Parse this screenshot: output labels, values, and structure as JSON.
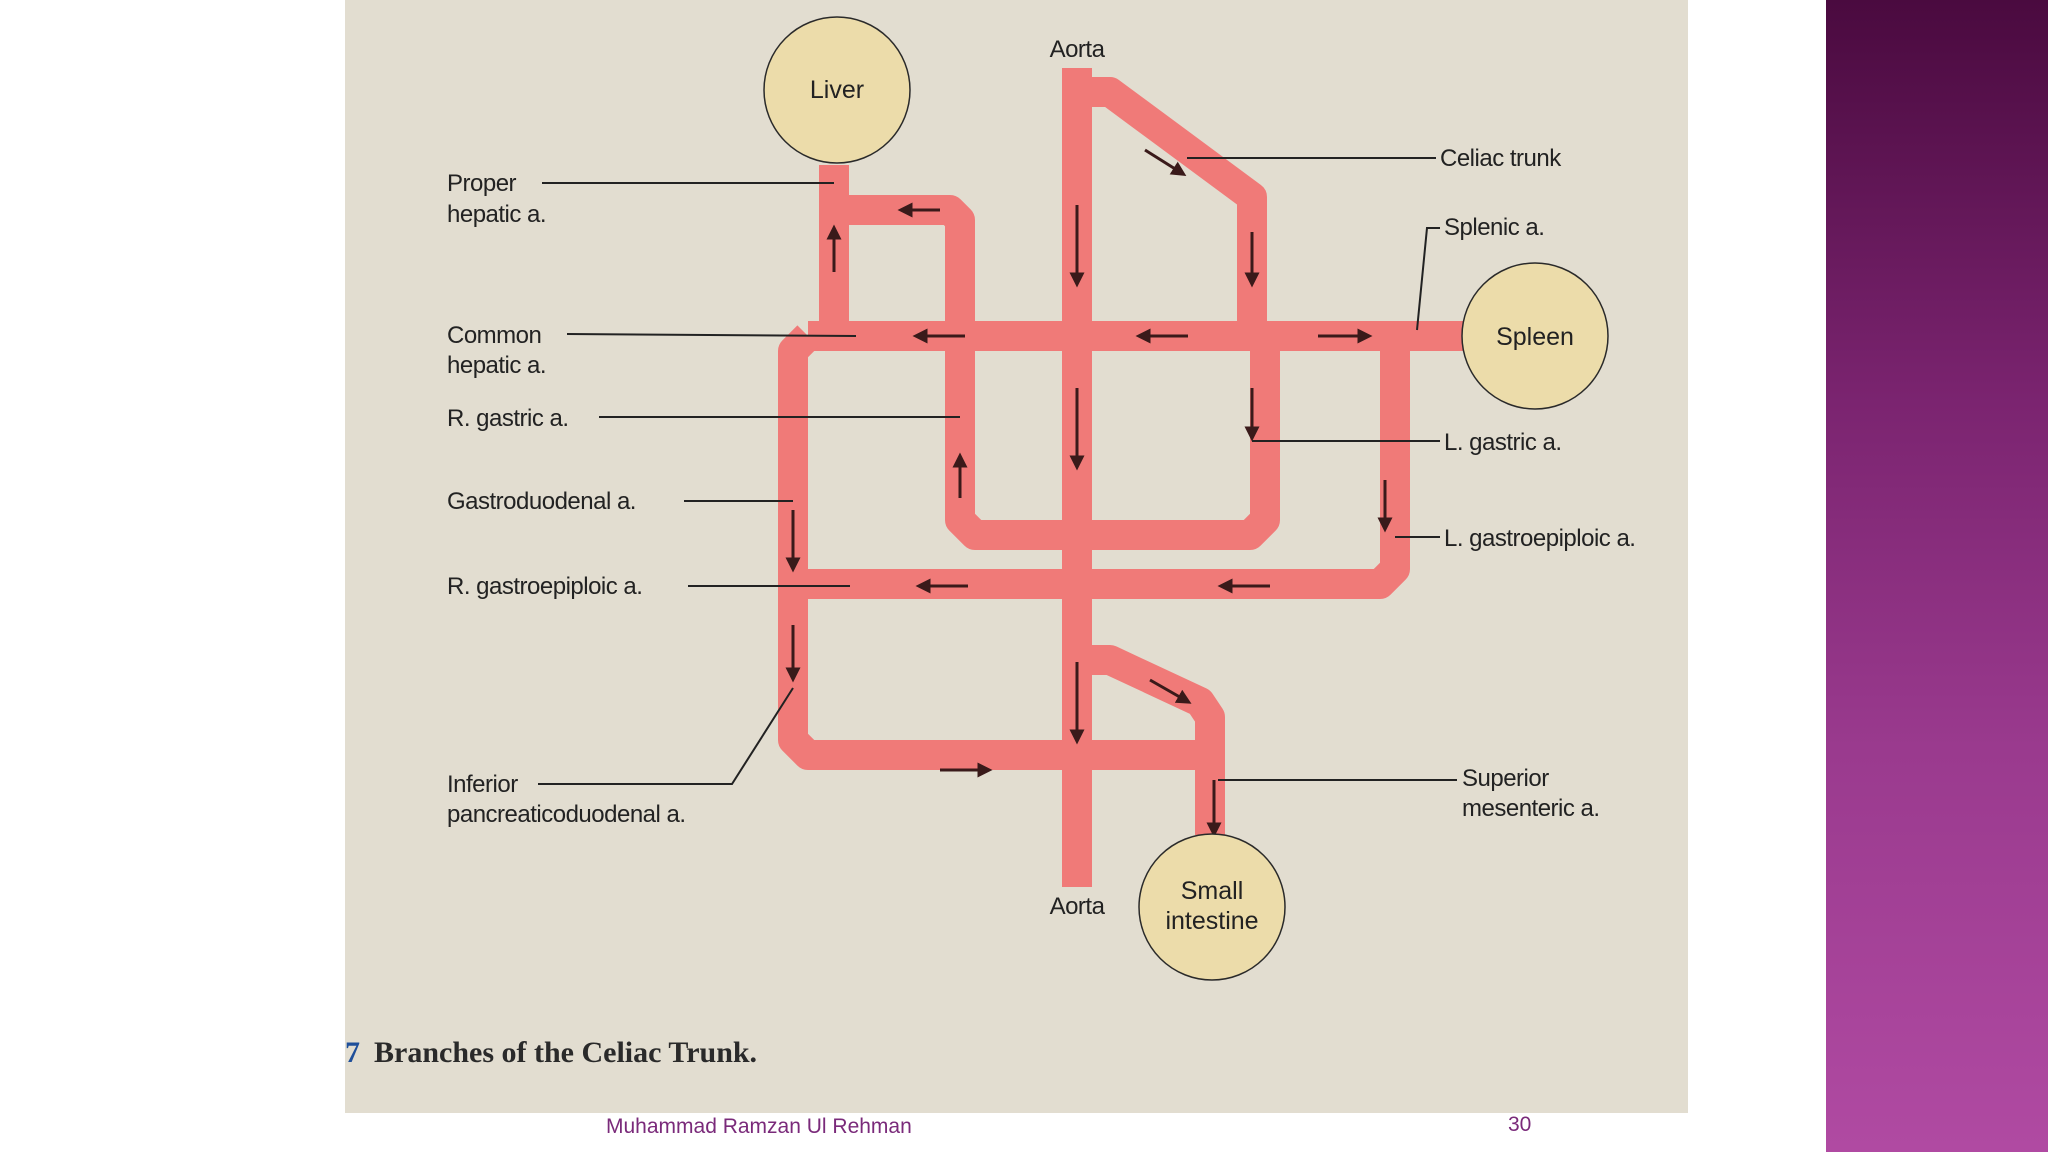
{
  "figure": {
    "labels": {
      "aorta_top": "Aorta",
      "aorta_bottom": "Aorta",
      "liver": "Liver",
      "spleen": "Spleen",
      "small_intestine_line1": "Small",
      "small_intestine_line2": "intestine",
      "proper_hepatic_line1": "Proper",
      "proper_hepatic_line2": "hepatic a.",
      "common_hepatic_line1": "Common",
      "common_hepatic_line2": "hepatic a.",
      "r_gastric": "R. gastric a.",
      "gastroduodenal": "Gastroduodenal a.",
      "r_gastroepiploic": "R. gastroepiploic a.",
      "inferior_pd_line1": "Inferior",
      "inferior_pd_line2": "pancreaticoduodenal a.",
      "celiac_trunk": "Celiac trunk",
      "splenic": "Splenic a.",
      "l_gastric": "L. gastric a.",
      "l_gastroepiploic": "L. gastroepiploic a.",
      "superior_mesenteric_line1": "Superior",
      "superior_mesenteric_line2": "mesenteric a."
    },
    "caption_number": "7",
    "caption_text": "Branches of the Celiac Trunk.",
    "colors": {
      "vessel": "#f07a78",
      "organ_fill": "#ecdcaa",
      "background": "#e2ddd0"
    }
  },
  "footer": {
    "author": "Muhammad Ramzan Ul Rehman",
    "page_number": "30"
  }
}
